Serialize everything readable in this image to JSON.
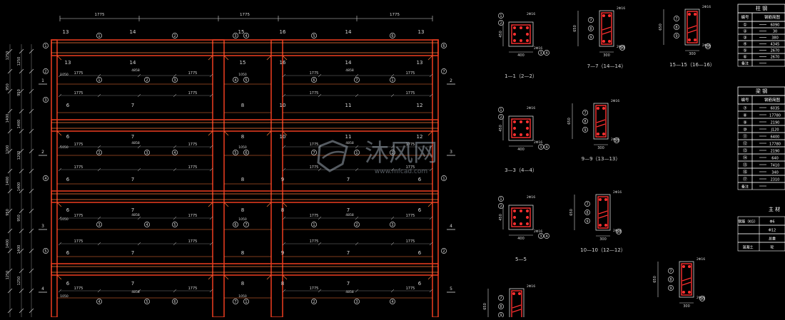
{
  "colors": {
    "background": "#000000",
    "frame": "#e03a1e",
    "frame_inner": "#ff7a3a",
    "dim": "#d8d8d8",
    "grid": "#7a7a7a",
    "rebar": "#ff3030",
    "table_line": "#ffffff",
    "watermark": "#9aa4b0"
  },
  "frame_view": {
    "top_dims": [
      "1775",
      "1775",
      "1775",
      "1775",
      "1775"
    ],
    "row_dims": [
      "1775",
      "1775",
      "1775",
      "1775",
      "1775",
      "1775",
      "1775",
      "1775"
    ],
    "top_tags": [
      "13",
      "14",
      "15",
      "16",
      "14",
      "13"
    ],
    "row_tags": [
      [
        "13",
        "14",
        "15",
        "16",
        "14",
        "13"
      ],
      [
        "6",
        "7",
        "8",
        "10",
        "11",
        "12"
      ],
      [
        "6",
        "7",
        "8",
        "10",
        "11",
        "12"
      ],
      [
        "6",
        "7",
        "8",
        "9",
        "7",
        "6"
      ],
      [
        "6",
        "7",
        "8",
        "8",
        "7",
        "6"
      ],
      [
        "6",
        "7",
        "8",
        "9",
        "7",
        "6"
      ],
      [
        "6",
        "7",
        "8",
        "8",
        "7",
        "6"
      ]
    ],
    "left_dims": [
      "1250",
      "950",
      "1400",
      "1200",
      "1400",
      "950",
      "1400",
      "1250"
    ],
    "bubble_numbers": [
      "1",
      "2",
      "3",
      "4",
      "5",
      "6",
      "7"
    ],
    "side_tags": [
      "1",
      "2",
      "3",
      "4",
      "5"
    ],
    "beam_notes": [
      "4858",
      "1050",
      "1050",
      "4858"
    ]
  },
  "sections": [
    {
      "title": "1—1（2—2）",
      "dim_w": "400",
      "dim_h": "450",
      "rebar_top": "2Φ16",
      "rebar_bot": "2Φ16"
    },
    {
      "title": "7—7（14—14）",
      "dim_w": "300",
      "dim_h": "650",
      "rebar_top": "2Φ16",
      "rebar_bot": "2Φ16"
    },
    {
      "title": "15—15（16—16）",
      "dim_w": "300",
      "dim_h": "650",
      "rebar_top": "2Φ16",
      "rebar_bot": "2Φ16"
    },
    {
      "title": "3—3（4—4）",
      "dim_w": "400",
      "dim_h": "450",
      "rebar_top": "2Φ16",
      "rebar_bot": "2Φ16"
    },
    {
      "title": "9—9（13—13）",
      "dim_w": "300",
      "dim_h": "650",
      "rebar_top": "2Φ16",
      "rebar_bot": "2Φ16"
    },
    {
      "title": "5—5",
      "dim_w": "400",
      "dim_h": "450",
      "rebar_top": "2Φ16",
      "rebar_bot": "2Φ16"
    },
    {
      "title": "10—10（12—12）",
      "dim_w": "300",
      "dim_h": "650",
      "rebar_top": "2Φ16",
      "rebar_bot": "2Φ16"
    },
    {
      "title": "",
      "dim_w": "300",
      "dim_h": "650",
      "rebar_top": "2Φ16",
      "rebar_bot": "2Φ16"
    },
    {
      "title": "",
      "dim_w": "300",
      "dim_h": "650",
      "rebar_top": "2Φ16",
      "rebar_bot": ""
    }
  ],
  "column_table": {
    "title": "柱  钢",
    "header": [
      "编号",
      "钢筋简图"
    ],
    "rows": [
      {
        "no": "①",
        "mark": "",
        "len": "6090"
      },
      {
        "no": "②",
        "mark": "",
        "len": "30"
      },
      {
        "no": "③",
        "mark": "",
        "len": "380"
      },
      {
        "no": "④",
        "mark": "",
        "len": "4345"
      },
      {
        "no": "⑤",
        "mark": "",
        "len": "2670"
      },
      {
        "no": "⑥",
        "mark": "",
        "len": "2670"
      },
      {
        "no": "",
        "mark": "备注",
        "len": ""
      }
    ]
  },
  "beam_table": {
    "title": "梁  钢",
    "header": [
      "编号",
      "钢筋简图"
    ],
    "rows": [
      {
        "no": "⑦",
        "mark": "",
        "len": "6035"
      },
      {
        "no": "⑧",
        "mark": "",
        "len": "17780"
      },
      {
        "no": "⑨",
        "mark": "",
        "len": "2190"
      },
      {
        "no": "⑩",
        "mark": "",
        "len": "J120"
      },
      {
        "no": "⑪",
        "mark": "",
        "len": "6400"
      },
      {
        "no": "⑫",
        "mark": "",
        "len": "17780"
      },
      {
        "no": "⑬",
        "mark": "",
        "len": "2190"
      },
      {
        "no": "⑭",
        "mark": "",
        "len": "640"
      },
      {
        "no": "⑮",
        "mark": "",
        "len": "7410"
      },
      {
        "no": "⑯",
        "mark": "",
        "len": "340"
      },
      {
        "no": "⑰",
        "mark": "",
        "len": "2310"
      },
      {
        "no": "",
        "mark": "备注",
        "len": ""
      }
    ]
  },
  "material_table": {
    "title": "主  材",
    "rows": [
      {
        "label": "钢筋（KG）",
        "value": "Φ6"
      },
      {
        "label": "",
        "value": "Φ12"
      },
      {
        "label": "",
        "value": "总重"
      },
      {
        "label": "混凝土",
        "value": "砼"
      }
    ]
  },
  "watermark": {
    "brand": "沐风网",
    "url": "www.mfcad.com"
  }
}
